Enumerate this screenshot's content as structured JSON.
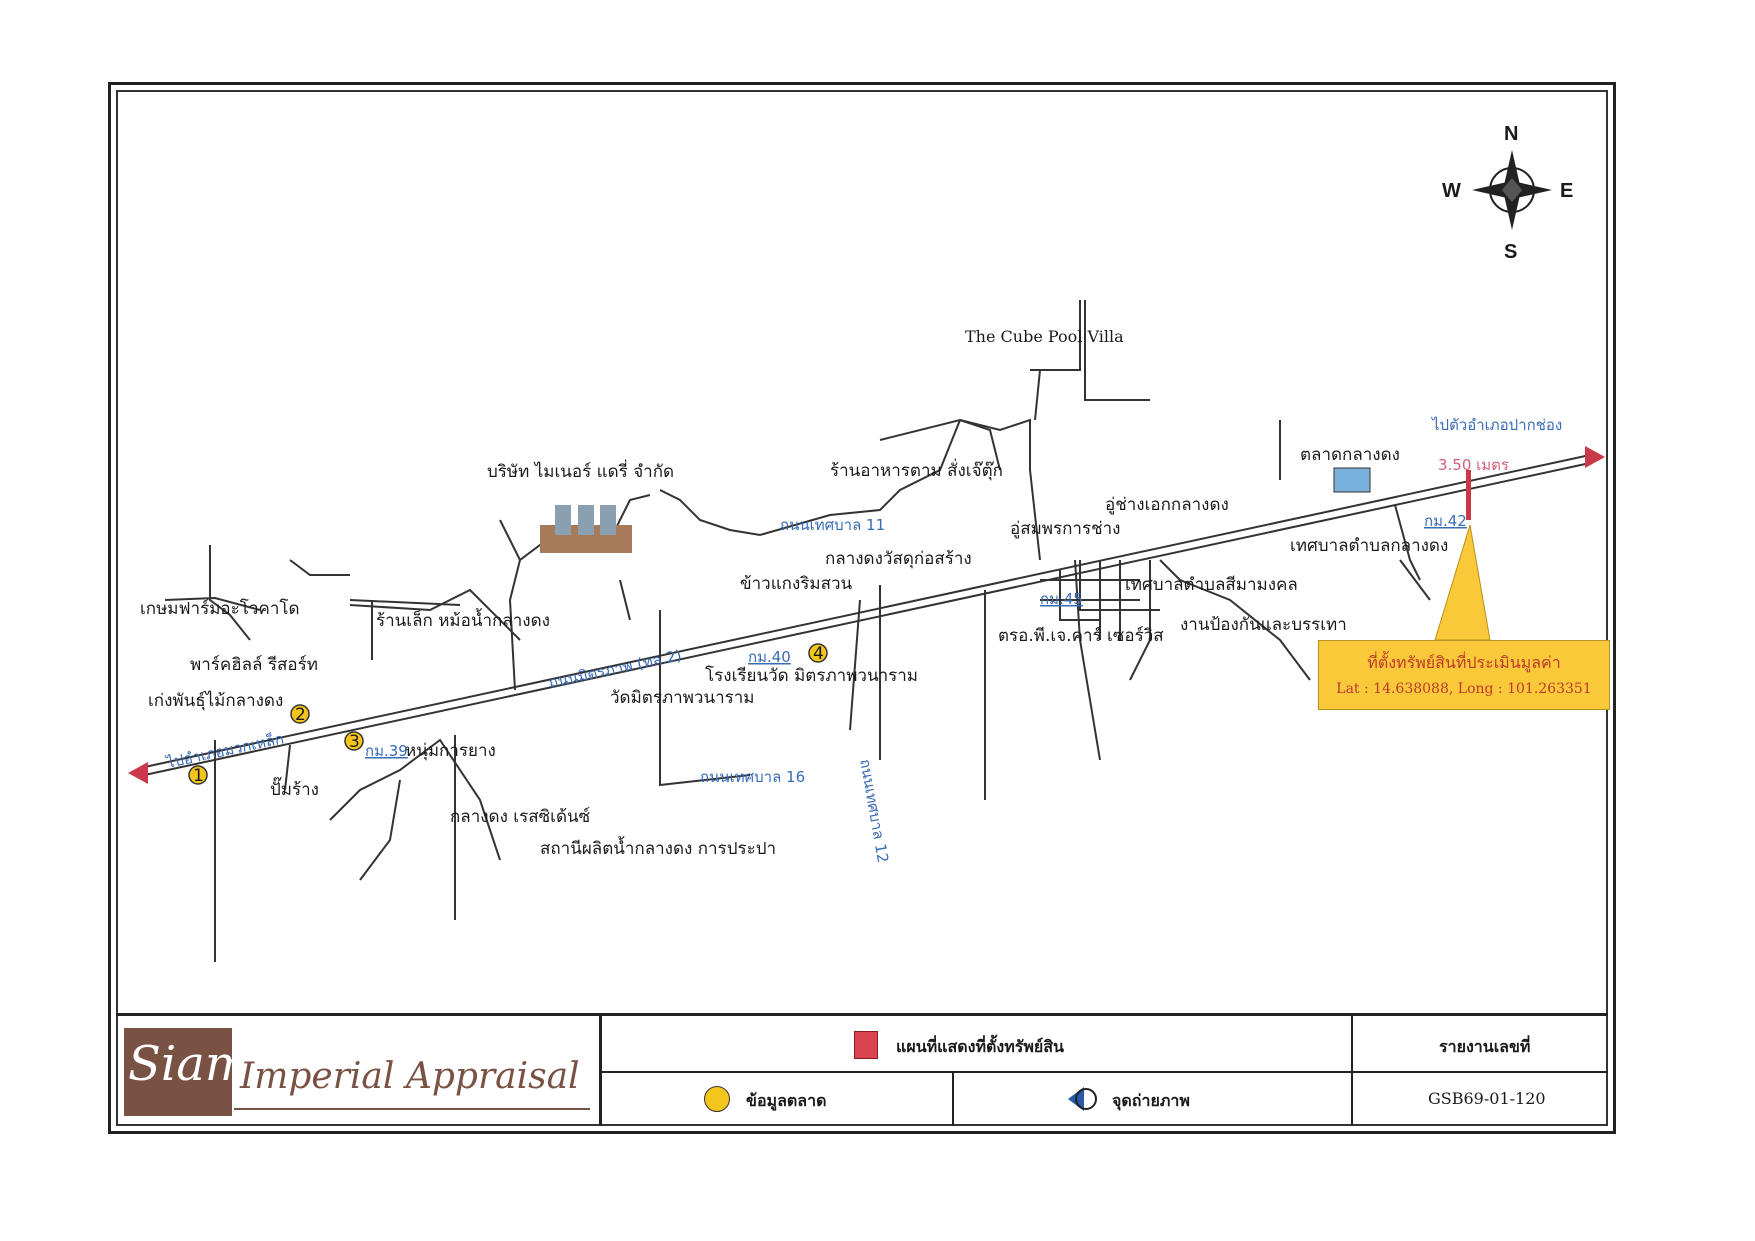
{
  "map": {
    "compass": {
      "n": "N",
      "s": "S",
      "e": "E",
      "w": "W"
    },
    "to_district": "ไปตัวอำเภอปากช่อง",
    "from_label": "ไปอำเภอมวกเหล็ก",
    "distance": "3.50 เมตร",
    "main_road": "ถนนมิตรภาพ (ทล.2)",
    "roads": {
      "municipal_11": "ถนนเทศบาล 11",
      "municipal_16": "ถนนเทศบาล 16",
      "municipal_12": "ถนนเทศบาล 12"
    },
    "km_markers": {
      "km39": "กม.39",
      "km40": "กม.40",
      "km45": "กม.45",
      "km42": "กม.42"
    },
    "places": {
      "cube_villa": "The Cube Pool Villa",
      "minor_dairy": "บริษัท ไมเนอร์ แดรี่ จำกัด",
      "restaurant": "ร้านอาหารตาม สั่งเจ๊ตุ๊ก",
      "market": "ตลาดกลางดง",
      "garage": "อู่ช่างเอกกลางดง",
      "aoosomporn": "อู่สมพรการช่าง",
      "materials": "กลางดงวัสดุก่อสร้าง",
      "municipality": "เทศบาลตำบลกลางดง",
      "kaokaeng": "ข้าวแกงริมสวน",
      "kaset_farm": "เกษมฟาร์มอะโวคาโด",
      "park_hill": "พาร์คฮิลล์ รีสอร์ท",
      "plant_shop": "เก่งพันธุ์ไม้กลางดง",
      "small_shop": "ร้านเล็ก หม้อน้ำกลางดง",
      "school": "โรงเรียนวัด มิตรภาพวนาราม",
      "temple": "วัดมิตรภาพวนาราม",
      "nhumkrayang": "หนุ่มการยาง",
      "gas_station": "ปั๊มร้าง",
      "resident": "กลางดง เรสซิเด้นซ์",
      "water_station": "สถานีผลิตน้ำกลางดง การประปา",
      "municipal_simamongkol": "เทศบาลตำบลสีมามงคล",
      "prevention": "งานป้องกันและบรรเทา",
      "pj_car": "ตรอ.พี.เจ.คาร์ เซอร์วิส"
    },
    "market_points": [
      "1",
      "2",
      "3",
      "4"
    ],
    "callout": {
      "title": "ที่ตั้งทรัพย์สินที่ประเมินมูลค่า",
      "coords": "Lat : 14.638088, Long : 101.263351"
    }
  },
  "footer": {
    "logo_siam": "Siam",
    "logo_rest": "Imperial Appraisal",
    "legend_location": "แผนที่แสดงที่ตั้งทรัพย์สิน",
    "legend_market": "ข้อมูลตลาด",
    "legend_photo": "จุดถ่ายภาพ",
    "report_label": "รายงานเลขที่",
    "report_no": "GSB69-01-120"
  },
  "colors": {
    "brand": "#7a5244",
    "callout": "#f9c93a",
    "road_label": "#3a6bb5",
    "marker": "#f4c51a",
    "arrow": "#c9394a"
  }
}
